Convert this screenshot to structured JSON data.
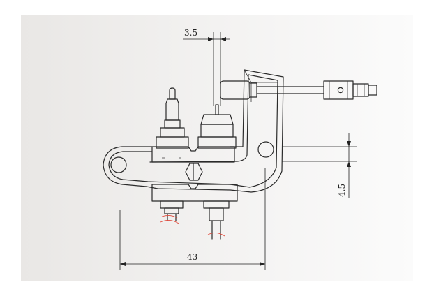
{
  "drawing": {
    "dimensions": {
      "top_gap": "3.5",
      "right_gap": "4.5",
      "bottom_span": "43"
    }
  }
}
